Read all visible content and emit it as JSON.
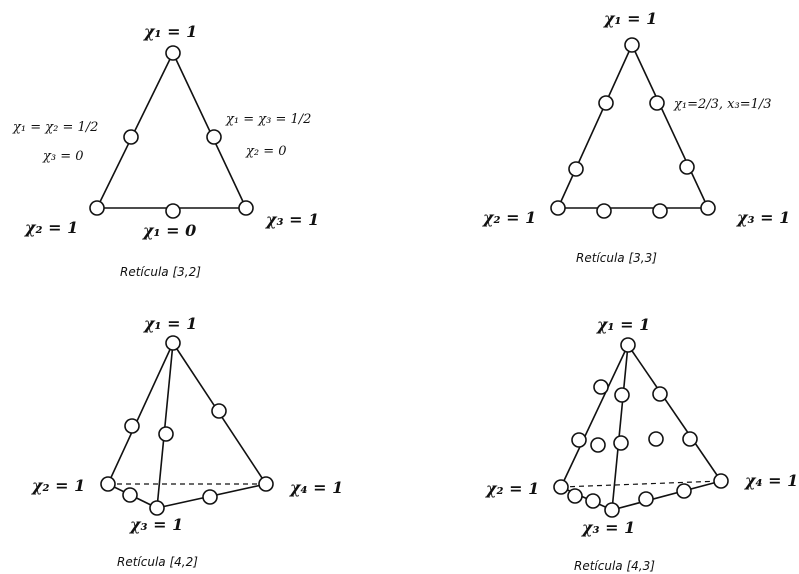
{
  "panels": {
    "p32": {
      "caption": "Retícula [3,2]",
      "top": "χ₁ = 1",
      "left_edge": "χ₁ = χ₂ = 1/2",
      "left_edge_b": "χ₃ = 0",
      "right_edge": "χ₁ = χ₃ = 1/2",
      "right_edge_b": "χ₂ = 0",
      "bottom_left": "χ₂ = 1",
      "bottom_mid": "χ₁ = 0",
      "bottom_right": "χ₃ = 1"
    },
    "p33": {
      "caption": "Retícula [3,3]",
      "top": "χ₁ = 1",
      "right_point": "χ₁=2/3, x₃=1/3",
      "bottom_left": "χ₂ = 1",
      "bottom_right": "χ₃ = 1"
    },
    "p42": {
      "caption": "Retícula [4,2]",
      "top": "χ₁ = 1",
      "left": "χ₂ = 1",
      "right": "χ₄ = 1",
      "bottom": "χ₃ = 1"
    },
    "p43": {
      "caption": "Retícula [4,3]",
      "top": "χ₁ = 1",
      "left": "χ₂ = 1",
      "right": "χ₄ = 1",
      "bottom": "χ₃ = 1"
    }
  }
}
